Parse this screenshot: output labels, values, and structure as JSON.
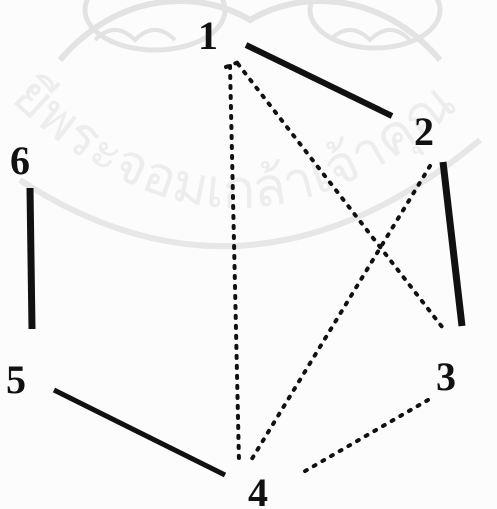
{
  "watermark": {
    "text": "ยีพระจอมเกล้าเจ้าคุณ",
    "color": "#d9d9d9"
  },
  "graph": {
    "nodes": [
      {
        "id": "1",
        "label": "1"
      },
      {
        "id": "2",
        "label": "2"
      },
      {
        "id": "3",
        "label": "3"
      },
      {
        "id": "4",
        "label": "4"
      },
      {
        "id": "5",
        "label": "5"
      },
      {
        "id": "6",
        "label": "6"
      }
    ],
    "solid_edges": [
      {
        "from": "1",
        "to": "2"
      },
      {
        "from": "2",
        "to": "3"
      },
      {
        "from": "5",
        "to": "4"
      },
      {
        "from": "6",
        "to": "5"
      }
    ],
    "dotted_edges": [
      {
        "from": "1",
        "to": "3"
      },
      {
        "from": "1",
        "to": "4"
      },
      {
        "from": "2",
        "to": "4"
      },
      {
        "from": "3",
        "to": "4"
      }
    ],
    "line_color": "#111111"
  }
}
